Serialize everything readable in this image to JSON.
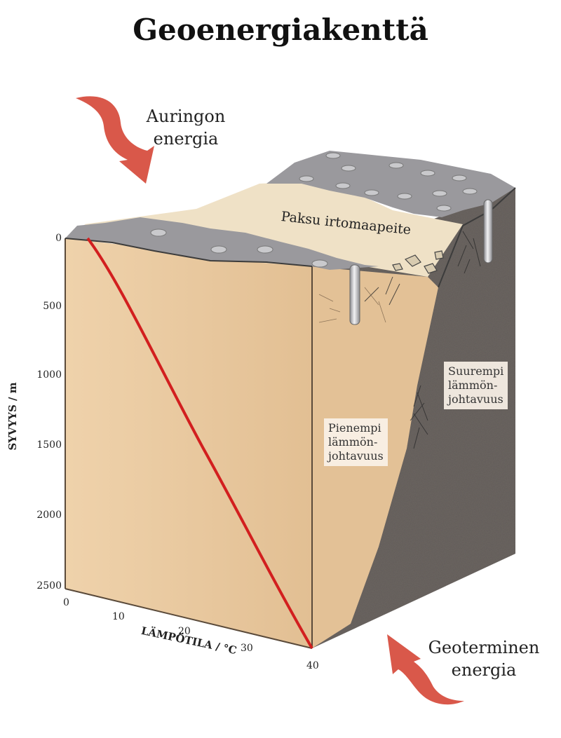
{
  "title": "Geoenergiakenttä",
  "labels": {
    "solar_energy": [
      "Auringon",
      "energia"
    ],
    "geothermal_energy": [
      "Geoterminen",
      "energia"
    ],
    "thick_soil": "Paksu irtomaapeite",
    "lower_conductivity": [
      "Pienempi",
      "lämmön-",
      "johtavuus"
    ],
    "higher_conductivity": [
      "Suurempi",
      "lämmön-",
      "johtavuus"
    ]
  },
  "axes": {
    "y_title": "SYVYYS / m",
    "x_title": "LÄMPÖTILA / °C",
    "y_ticks": [
      "0",
      "500",
      "1000",
      "1500",
      "2000",
      "2500"
    ],
    "x_ticks": [
      "0",
      "10",
      "20",
      "30",
      "40"
    ]
  },
  "colors": {
    "arrow": "#d9584a",
    "curve": "#d21f1f",
    "sediment": "#e9c9a0",
    "bedrock": "#6f6a66",
    "surface": "#9a9a9e",
    "soil_top": "#ede0c6"
  }
}
